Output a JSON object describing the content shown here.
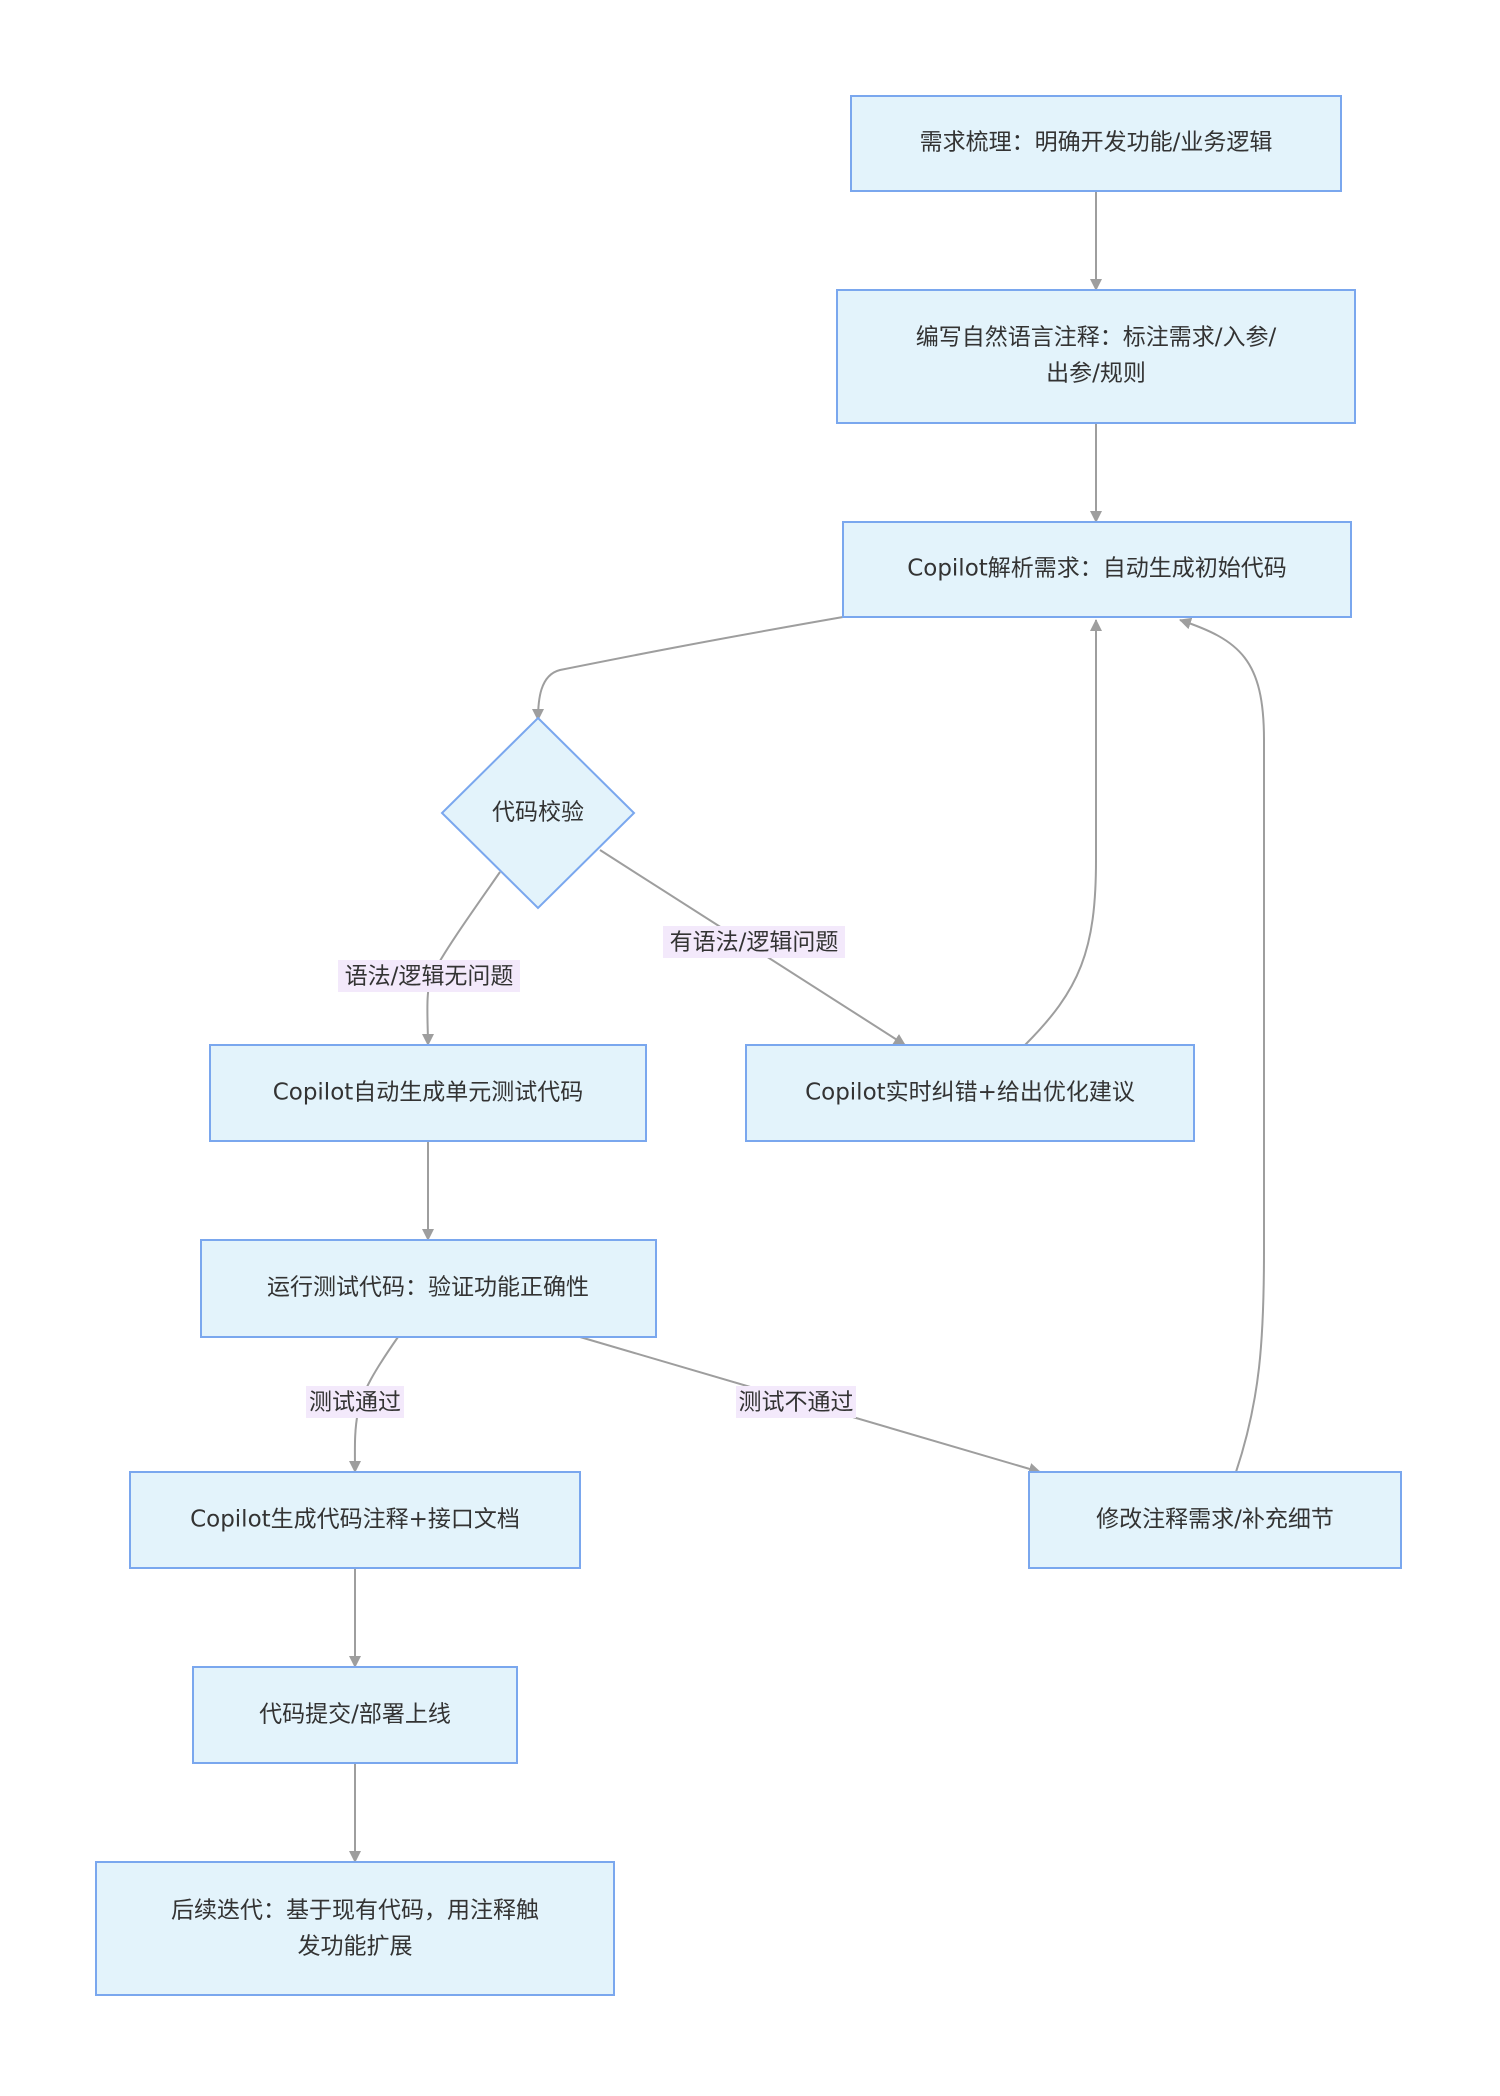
{
  "nodes": {
    "requirements": {
      "lines": [
        "需求梳理：明确开发功能/业务逻辑"
      ]
    },
    "comments": {
      "lines": [
        "编写自然语言注释：标注需求/入参/",
        "出参/规则"
      ]
    },
    "generate": {
      "lines": [
        "Copilot解析需求：自动生成初始代码"
      ]
    },
    "validate": {
      "lines": [
        "代码校验"
      ]
    },
    "unit_tests": {
      "lines": [
        "Copilot自动生成单元测试代码"
      ]
    },
    "fix": {
      "lines": [
        "Copilot实时纠错+给出优化建议"
      ]
    },
    "run_tests": {
      "lines": [
        "运行测试代码：验证功能正确性"
      ]
    },
    "docs": {
      "lines": [
        "Copilot生成代码注释+接口文档"
      ]
    },
    "revise": {
      "lines": [
        "修改注释需求/补充细节"
      ]
    },
    "deploy": {
      "lines": [
        "代码提交/部署上线"
      ]
    },
    "iterate": {
      "lines": [
        "后续迭代：基于现有代码，用注释触",
        "发功能扩展"
      ]
    }
  },
  "edge_labels": {
    "no_issue": "语法/逻辑无问题",
    "has_issue": "有语法/逻辑问题",
    "test_pass": "测试通过",
    "test_fail": "测试不通过"
  },
  "colors": {
    "node_fill": "#e3f3fb",
    "node_border": "#7aa7ee",
    "edge": "#9e9e9e",
    "label_bg": "#f3e9fb",
    "text": "#333333"
  }
}
